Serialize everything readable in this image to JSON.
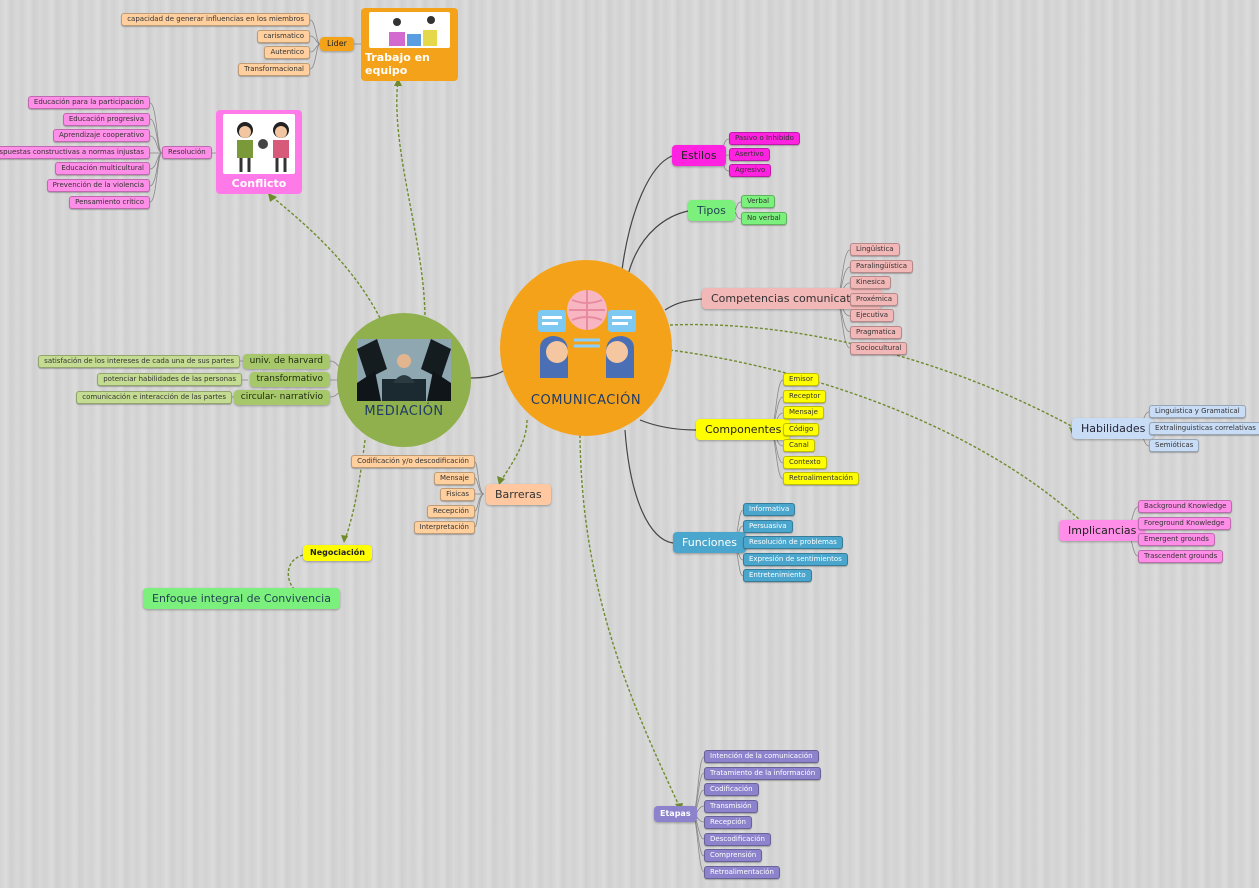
{
  "center": {
    "label": "COMUNICACIÓN"
  },
  "mediacion": {
    "label": "MEDIACIÓN"
  },
  "trabajo": {
    "label": "Trabajo en equipo",
    "lider": "Lider",
    "lider_items": [
      "capacidad de generar influencias en los miembros",
      "carismatico",
      "Autentico",
      "Transformacional"
    ]
  },
  "conflicto": {
    "label": "Conflicto",
    "resolucion": "Resolución",
    "items": [
      "Educación para la participación",
      "Educación progresiva",
      "Aprendizaje cooperativo",
      "Respuestas constructivas a normas injustas",
      "Educación multicultural",
      "Prevención de la violencia",
      "Pensamiento crítico"
    ]
  },
  "mediacion_branches": [
    {
      "label": "univ. de harvard",
      "item": "satisfación de los intereses de cada una de sus partes"
    },
    {
      "label": "transformativo",
      "item": "potenciar habilidades de las personas"
    },
    {
      "label": "circular- narratívio",
      "item": "comunicación e interacción de las partes"
    }
  ],
  "negociacion": {
    "label": "Negociación",
    "child": "Enfoque integral de Convivencia"
  },
  "barreras": {
    "label": "Barreras",
    "items": [
      "Codificación y/o descodificación",
      "Mensaje",
      "Fisicas",
      "Recepción",
      "Interpretación"
    ]
  },
  "estilos": {
    "label": "Estilos",
    "items": [
      "Pasivo o Inhibido",
      "Asertivo",
      "Agresivo"
    ]
  },
  "tipos": {
    "label": "Tipos",
    "items": [
      "Verbal",
      "No verbal"
    ]
  },
  "competencias": {
    "label": "Competencias comunicativas",
    "items": [
      "Lingüística",
      "Paralingüística",
      "Kinesica",
      "Proxémica",
      "Ejecutiva",
      "Pragmatica",
      "Sociocultural"
    ]
  },
  "componentes": {
    "label": "Componentes",
    "items": [
      "Emisor",
      "Receptor",
      "Mensaje",
      "Código",
      "Canal",
      "Contexto",
      "Retroalimentación"
    ]
  },
  "habilidades": {
    "label": "Habilidades",
    "items": [
      "Linguistica y Gramatical",
      "Extralinguisticas correlativas",
      "Semióticas"
    ]
  },
  "implicancias": {
    "label": "Implicancias",
    "items": [
      "Background Knowledge",
      "Foreground Knowledge",
      "Emergent grounds",
      "Trascendent grounds"
    ]
  },
  "funciones": {
    "label": "Funciones",
    "items": [
      "Informativa",
      "Persuasiva",
      "Resolución de problemas",
      "Expresión de sentimientos",
      "Entretenimiento"
    ]
  },
  "etapas": {
    "label": "Etapas",
    "items": [
      "Intención de la comunicación",
      "Tratamiento de la información",
      "Codificación",
      "Transmisión",
      "Recepción",
      "Descodificación",
      "Comprensión",
      "Retroalimentación"
    ]
  },
  "colors": {
    "comunicacion": "#f5a21b",
    "mediacion": "#8fb04c",
    "orange_leaf": "#ffcf9e",
    "pink_leaf": "#ff8ee8",
    "estilos": "#ff22e0",
    "tipos": "#7cf07c",
    "competencias": "#f2b7b7",
    "componentes": "#fffe00",
    "habilidades": "#c9dcf5",
    "implicancias": "#ff8ee8",
    "funciones": "#4aa6cc",
    "etapas": "#8c83cc",
    "negociacion": "#fffe00",
    "enfoque": "#7cf07c",
    "barreras": "#ffc8a0"
  }
}
